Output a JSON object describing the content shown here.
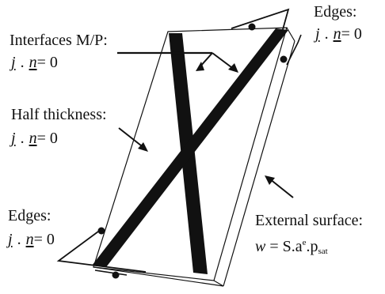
{
  "labels": {
    "interfaces": "Interfaces M/P:",
    "half_thickness": "Half thickness:",
    "edges_top": "Edges:",
    "edges_bottom": "Edges:",
    "external_surface": "External surface:"
  },
  "equations": {
    "flux_j": "j",
    "flux_dot": ".",
    "flux_n": "n",
    "flux_rhs": "= 0",
    "ext_w": "w",
    "ext_eq": " = S.a",
    "ext_e": "e",
    "ext_p": ".p",
    "ext_sat": "sat"
  }
}
